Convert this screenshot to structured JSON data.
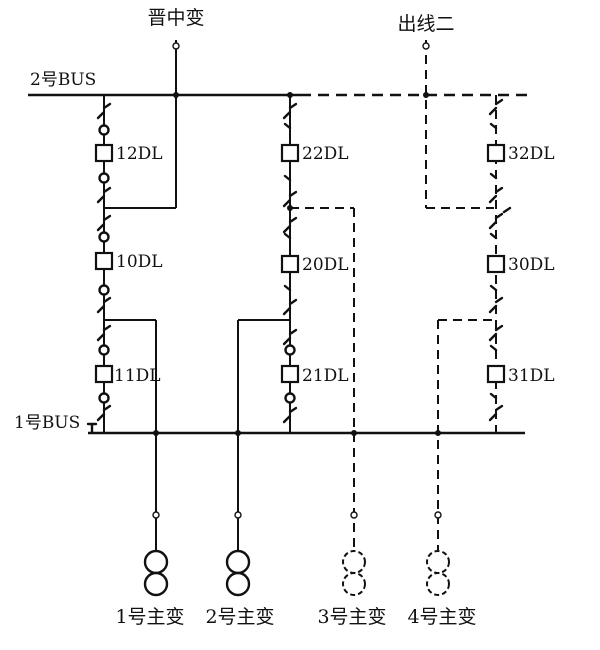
{
  "top_labels": {
    "jinzhong": "晋中变",
    "outline2": "出线二"
  },
  "bus_labels": {
    "bus2": "2号BUS",
    "bus1": "1号BUS"
  },
  "breakers": {
    "b12": "12DL",
    "b10": "10DL",
    "b11": "11DL",
    "b22": "22DL",
    "b20": "20DL",
    "b21": "21DL",
    "b32": "32DL",
    "b30": "30DL",
    "b31": "31DL"
  },
  "transformers": {
    "t1": "1号主变",
    "t2": "2号主变",
    "t3": "3号主变",
    "t4": "4号主变"
  }
}
